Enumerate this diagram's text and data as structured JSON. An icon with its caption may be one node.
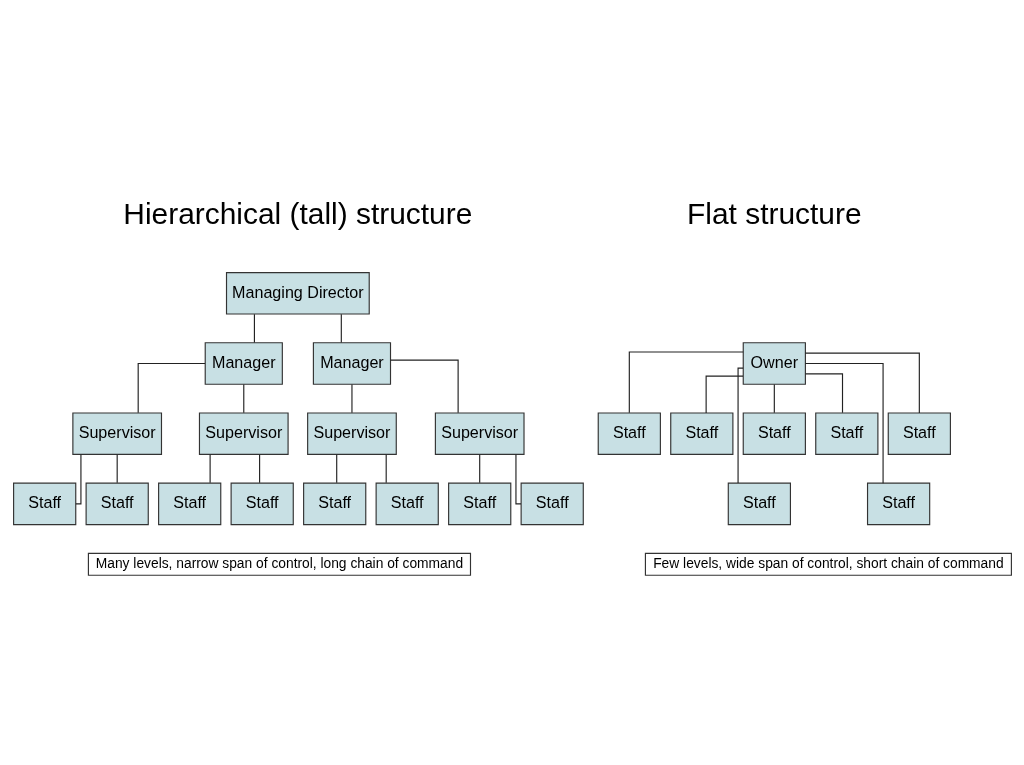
{
  "diagram": {
    "nodes": [
      {
        "text": [
          "Managing Director"
        ]
      },
      {
        "text": [
          "Manager"
        ]
      },
      {
        "text": [
          "Manager"
        ]
      },
      {
        "text": [
          "Supervisor"
        ]
      },
      {
        "text": [
          "Supervisor"
        ]
      },
      {
        "text": [
          "Supervisor"
        ]
      },
      {
        "text": [
          "Supervisor"
        ]
      },
      {
        "text": [
          "Staff"
        ]
      },
      {
        "text": [
          "Staff"
        ]
      },
      {
        "text": [
          "Staff"
        ]
      },
      {
        "text": [
          "Staff"
        ]
      },
      {
        "text": [
          "Staff"
        ]
      },
      {
        "text": [
          "Staff"
        ]
      },
      {
        "text": [
          "Staff"
        ]
      },
      {
        "text": [
          "Staff"
        ]
      },
      {
        "text": [
          "Owner"
        ]
      },
      {
        "text": [
          "Staff"
        ]
      },
      {
        "text": [
          "Staff"
        ]
      },
      {
        "text": [
          "Staff"
        ]
      },
      {
        "text": [
          "Staff"
        ]
      },
      {
        "text": [
          "Staff"
        ]
      },
      {
        "text": [
          "Staff"
        ]
      },
      {
        "text": [
          "Staff"
        ]
      },
      {
        "text": [
          "Many levels, narrow span of control, long chain of command"
        ]
      },
      {
        "text": [
          "Few levels, wide span of control, short chain of command"
        ]
      }
    ],
    "edges": [
      {
        "from": 0,
        "to": 1,
        "arrow": "none"
      },
      {
        "from": 0,
        "to": 2,
        "arrow": "none"
      },
      {
        "from": 1,
        "to": 3,
        "arrow": "none"
      },
      {
        "from": 1,
        "to": 4,
        "arrow": "none"
      },
      {
        "from": 2,
        "to": 5,
        "arrow": "none"
      },
      {
        "from": 2,
        "to": 6,
        "arrow": "none"
      },
      {
        "from": 3,
        "to": 7,
        "arrow": "none"
      },
      {
        "from": 3,
        "to": 8,
        "arrow": "none"
      },
      {
        "from": 4,
        "to": 9,
        "arrow": "none"
      },
      {
        "from": 4,
        "to": 10,
        "arrow": "none"
      },
      {
        "from": 5,
        "to": 11,
        "arrow": "none"
      },
      {
        "from": 5,
        "to": 12,
        "arrow": "none"
      },
      {
        "from": 6,
        "to": 13,
        "arrow": "none"
      },
      {
        "from": 6,
        "to": 14,
        "arrow": "none"
      },
      {
        "from": 15,
        "to": 16,
        "arrow": "none"
      },
      {
        "from": 15,
        "to": 17,
        "arrow": "none"
      },
      {
        "from": 15,
        "to": 18,
        "arrow": "none"
      },
      {
        "from": 15,
        "to": 19,
        "arrow": "none"
      },
      {
        "from": 15,
        "to": 20,
        "arrow": "none"
      },
      {
        "from": 15,
        "to": 21,
        "arrow": "none"
      },
      {
        "from": 15,
        "to": 22,
        "arrow": "none"
      }
    ],
    "labels": [
      "Hierarchical (tall) structure",
      "Flat structure"
    ]
  }
}
